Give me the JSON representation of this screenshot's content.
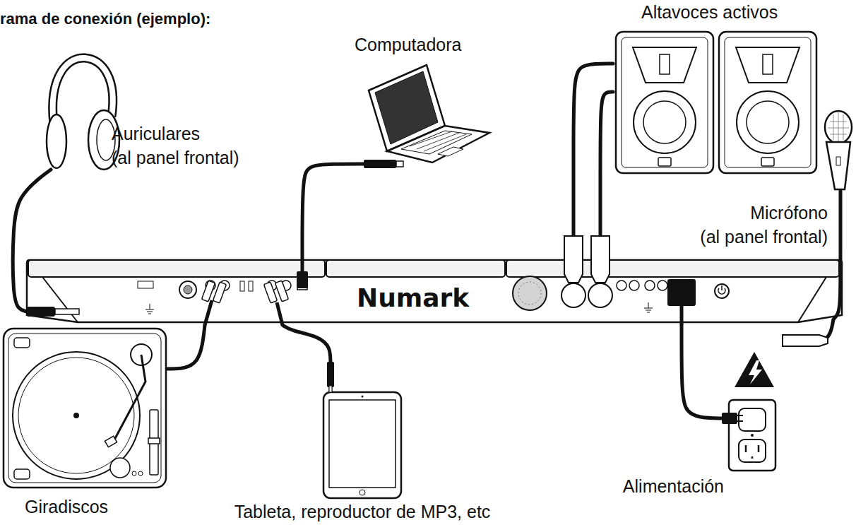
{
  "diagram": {
    "title": "rama de conexión (ejemplo):",
    "nodes": [
      {
        "text": [
          "Altavoces activos"
        ]
      },
      {
        "text": [
          "Computadora"
        ]
      },
      {
        "text": [
          "Auriculares (al panel frontal)"
        ]
      },
      {
        "text": [
          "Micrófono (al panel frontal)"
        ]
      },
      {
        "text": [
          "Numark"
        ]
      },
      {
        "text": [
          "Giradiscos"
        ]
      },
      {
        "text": [
          "Tableta, reproductor de MP3, etc"
        ]
      },
      {
        "text": [
          "Alimentación"
        ]
      }
    ],
    "edges": [
      {
        "from": 1,
        "to": 4,
        "arrow": "none"
      },
      {
        "from": 0,
        "to": 4,
        "arrow": "none"
      },
      {
        "from": 0,
        "to": 4,
        "arrow": "none"
      },
      {
        "from": 2,
        "to": 4,
        "arrow": "none"
      },
      {
        "from": 3,
        "to": 4,
        "arrow": "none"
      },
      {
        "from": 5,
        "to": 4,
        "arrow": "none"
      },
      {
        "from": 6,
        "to": 4,
        "arrow": "none"
      },
      {
        "from": 7,
        "to": 4,
        "arrow": "none"
      }
    ]
  }
}
